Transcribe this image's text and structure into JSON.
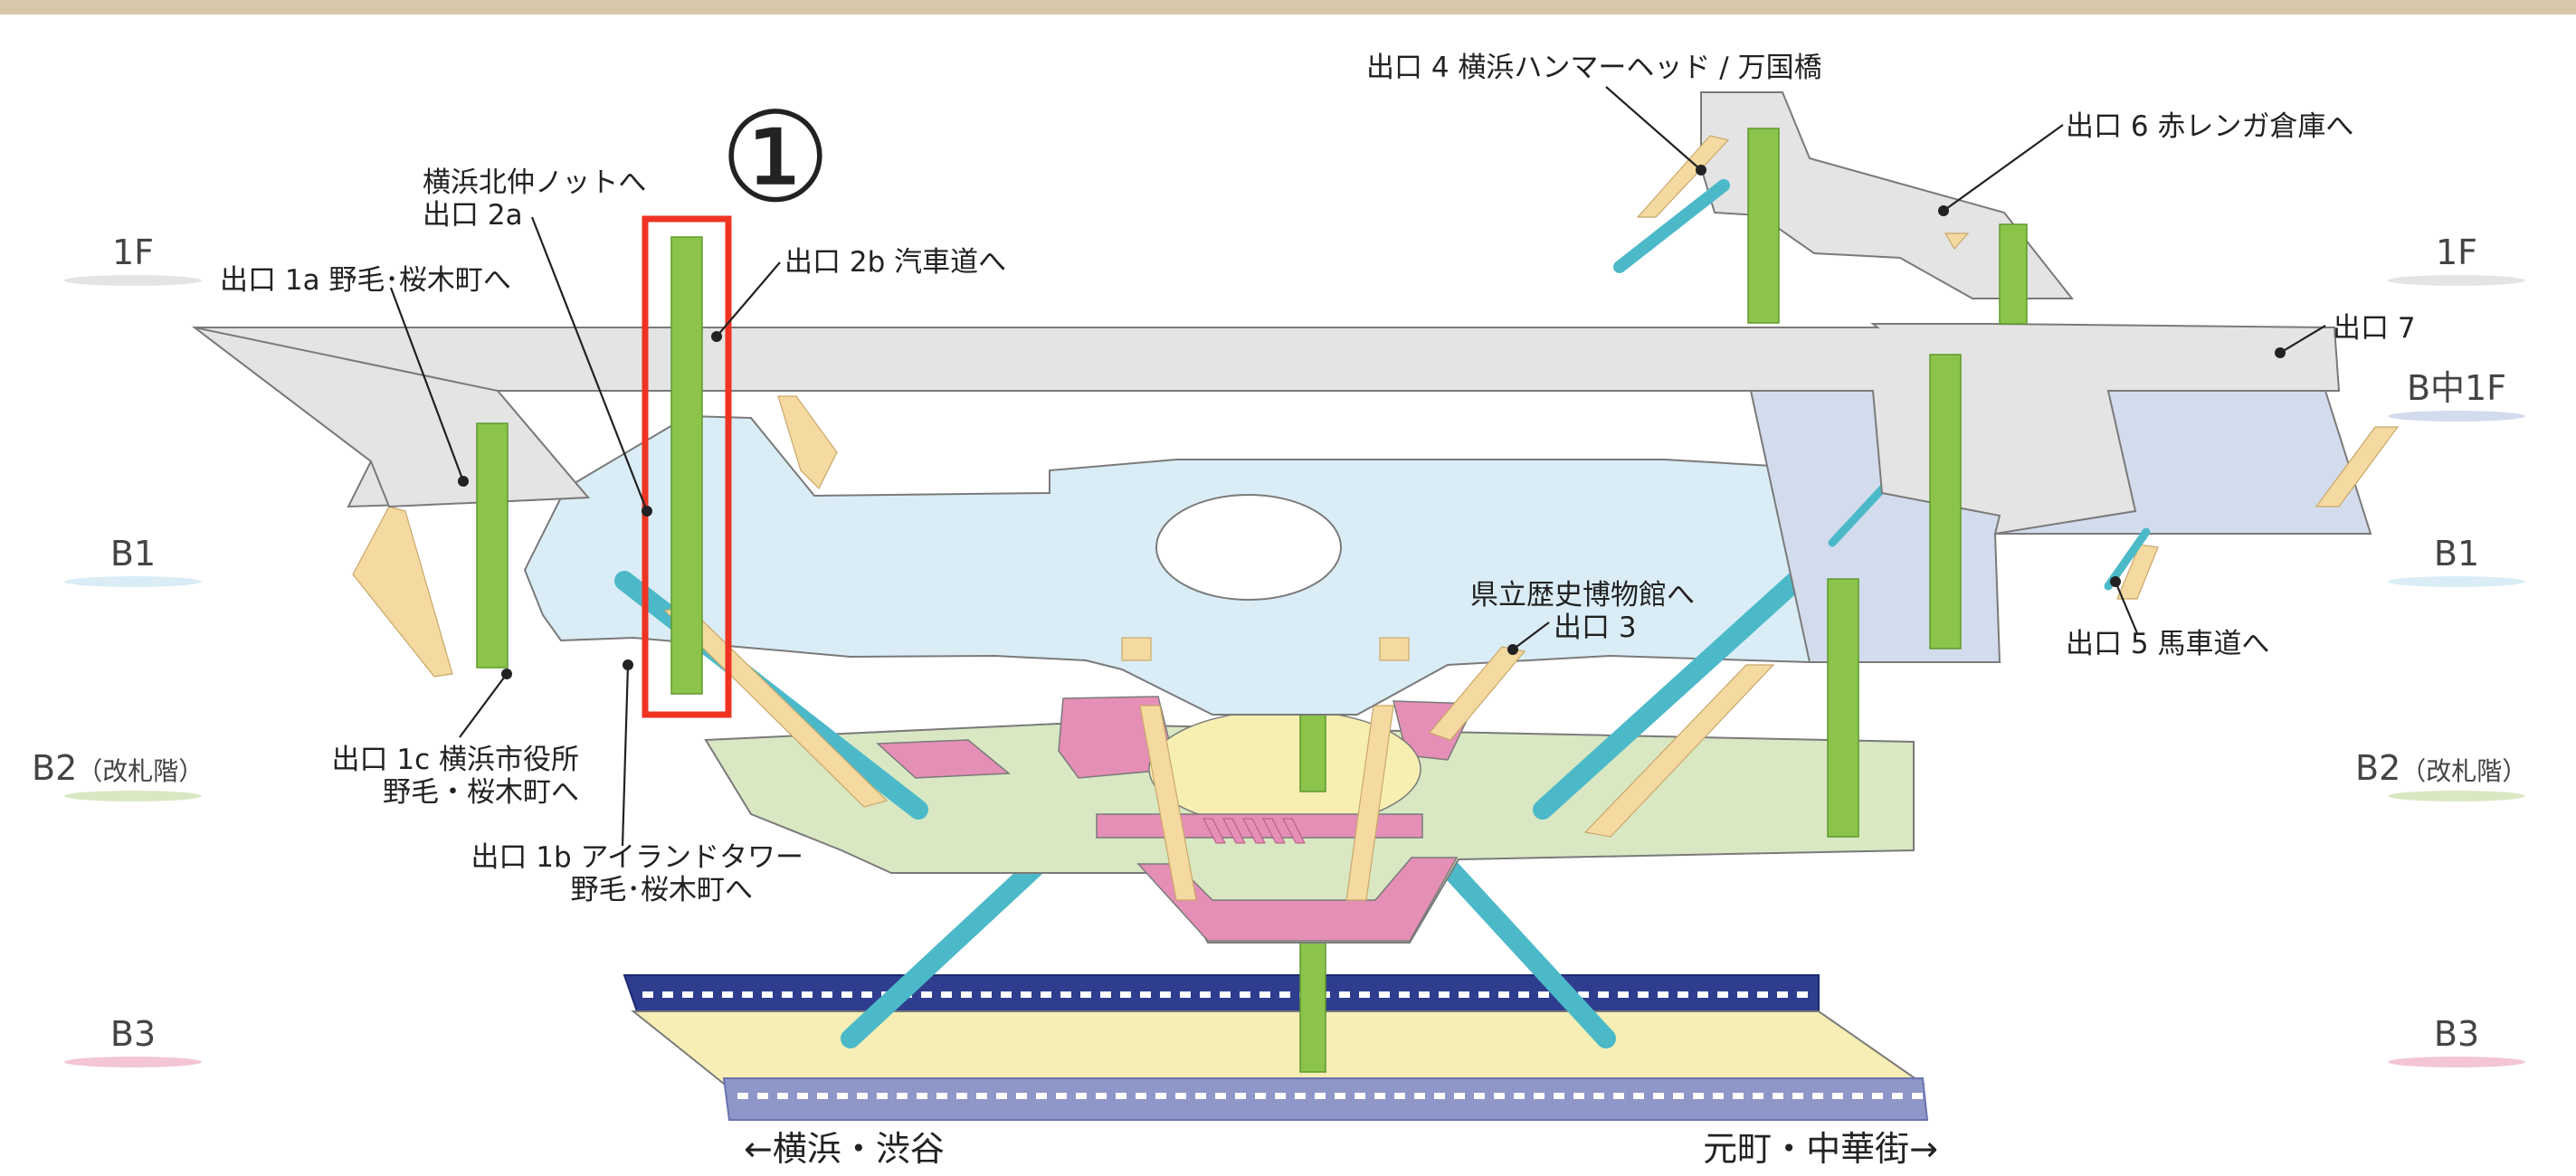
{
  "colors": {
    "top_band": "#d8c7aa",
    "floor_1f": "#e4e4e4",
    "floor_b_mid_1f": "#d3dced",
    "floor_b1": "#daedf6",
    "floor_b2": "#d9e8c3",
    "floor_b2_pink": "#e58fb6",
    "floor_b2_yellow": "#f7efb2",
    "floor_b3": "#f6eeb4",
    "elevator": "#8cc44b",
    "stairs": "#f4d9a0",
    "escalator": "#4cb9c9",
    "train_upper": "#2f3d8f",
    "train_lower": "#8f96c8",
    "marker_red": "#ee3322",
    "outline": "#7a7a7a"
  },
  "marker": {
    "number": "①"
  },
  "floors": {
    "f1_left": "1F",
    "f1_right": "1F",
    "bmid_right": "B中1F",
    "b1_left": "B1",
    "b1_right": "B1",
    "b2_left": "B2",
    "b2_left_sub": "（改札階）",
    "b2_right": "B2",
    "b2_right_sub": "（改札階）",
    "b3_left": "B3",
    "b3_right": "B3"
  },
  "exits": {
    "e1a": "出口 1a 野毛･桜木町へ",
    "e2a_line1": "横浜北仲ノットへ",
    "e2a_line2": "出口 2a",
    "e2b": "出口 2b 汽車道へ",
    "e4": "出口 4 横浜ハンマーヘッド / 万国橋",
    "e6": "出口 6 赤レンガ倉庫へ",
    "e7": "出口 7",
    "e5": "出口 5 馬車道へ",
    "e3_line1": "県立歴史博物館へ",
    "e3_line2": "出口 3",
    "e1c_line1": "出口 1c 横浜市役所",
    "e1c_line2": "野毛・桜木町へ",
    "e1b_line1": "出口 1b アイランドタワー",
    "e1b_line2": "野毛･桜木町へ"
  },
  "directions": {
    "left": "←横浜・渋谷",
    "right": "元町・中華街→"
  }
}
